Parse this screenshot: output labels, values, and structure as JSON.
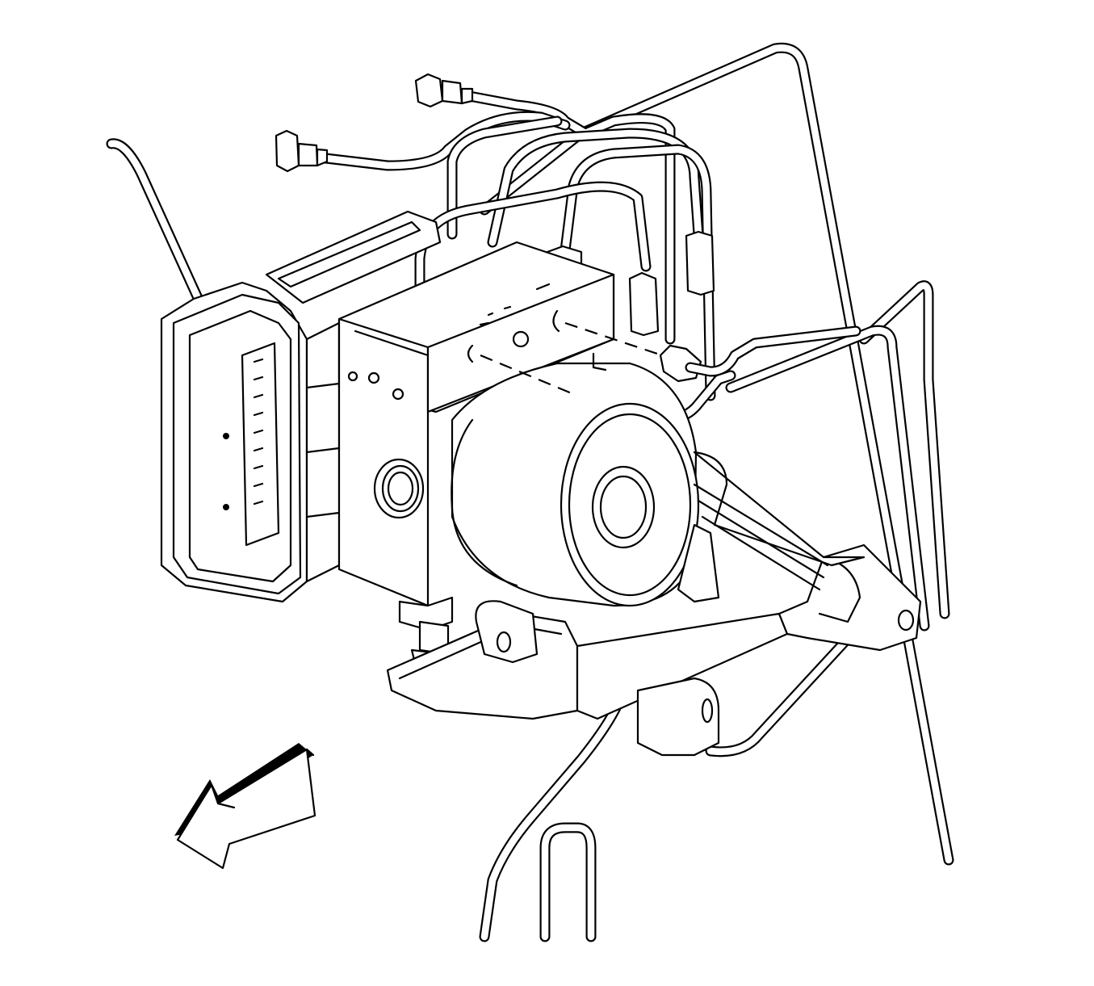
{
  "diagram": {
    "stroke_color": "#000000",
    "background_color": "#ffffff",
    "components": [
      "brake-pressure-modulator-valve",
      "electronic-brake-control-module",
      "pump-motor",
      "mounting-bracket",
      "brake-pipes",
      "direction-arrow"
    ]
  }
}
